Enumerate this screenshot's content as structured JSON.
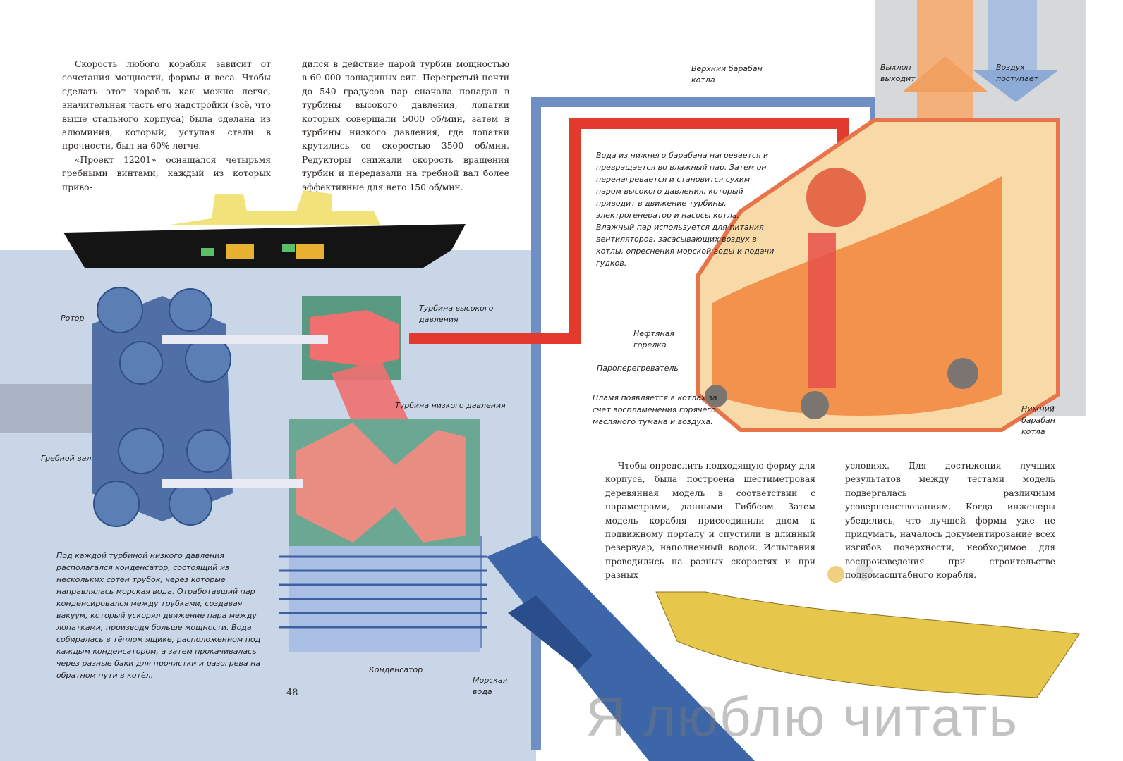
{
  "intro_text": {
    "col1_p1": "Скорость любого корабля зависит от сочетания мощности, формы и веса. Чтобы сделать этот корабль как можно легче, значительная часть его надстройки (всё, что выше стального корпуса) была сделана из алюминия, который, уступая стали в прочности, был на 60% легче.",
    "col1_p2": "«Проект 12201» оснащался четырьмя гребными винтами, каждый из которых приво-",
    "col2": "дился в действие парой турбин мощностью в 60 000 лошадиных сил. Перегретый почти до 540 градусов пар сначала попадал в турбины высокого давления, лопатки которых совершали 5000 об/мин, затем в турбины низкого давления, где лопатки крутились со скоростью 3500 об/мин. Редукторы снижали скорость вращения турбин и передавали на гребной вал более эффективные для него 150 об/мин."
  },
  "labels": {
    "rotor": "Ротор",
    "propeller_shaft": "Гребной вал",
    "hp_turbine": "Турбина высокого давления",
    "lp_turbine": "Турбина низкого давления",
    "condenser": "Конденсатор",
    "sea_water": "Морская вода",
    "upper_drum": "Верхний барабан котла",
    "exhaust": "Выхлоп выходит",
    "air_in": "Воздух поступает",
    "oil_burner": "Нефтяная горелка",
    "superheater": "Пароперегреватель",
    "lower_drum": "Нижний барабан котла"
  },
  "captions": {
    "boiler": "Вода из нижнего барабана нагревается и превращается во влажный пар. Затем он перенагревается и становится сухим паром высокого давления, который приводит в движение турбины, электрогенератор и насосы котла. Влажный пар используется для питания вентиляторов, засасывающих воздух в котлы, опреснения морской воды и подачи гудков.",
    "flame": "Пламя появляется в котлах за счёт воспламенения горячего масляного тумана и воздуха.",
    "condenser": "Под каждой турбиной низкого давления располагался конденсатор, состоящий из нескольких сотен трубок, через которые направлялась морская вода. Отработавший пар конденсировался между трубками, создавая вакуум, который ускорял движение пара между лопатками, производя больше мощности. Вода собиралась в тёплом ящике, расположенном под каждым конденсатором, а затем прокачивалась через разные баки для прочистки и разогрева на обратном пути в котёл."
  },
  "hull_text": {
    "col1": "Чтобы определить подходящую форму для корпуса, была построена шестиметровая деревянная модель в соответствии с параметрами, данными Гиббсом. Затем модель корабля присоединили дном к подвижному порталу и спустили в длинный резервуар, наполненный водой. Испытания проводились на разных скоростях и при разных",
    "col2": "условиях. Для достижения лучших результатов между тестами модель подвергалась различным усовершенствованиям. Когда инженеры убедились, что лучшей формы уже не придумать, началось документирование всех изгибов поверхности, необходимое для воспроизведения при строительстве полномасштабного корабля."
  },
  "page_number": "48",
  "watermark": "Я люблю читать",
  "colors": {
    "water_bg": "#c8d6e8",
    "steam": "#e8473a",
    "pipe_blue": "#5a7fb8",
    "gear": "#5b7fb4",
    "hull_yellow": "#e6c74c"
  }
}
